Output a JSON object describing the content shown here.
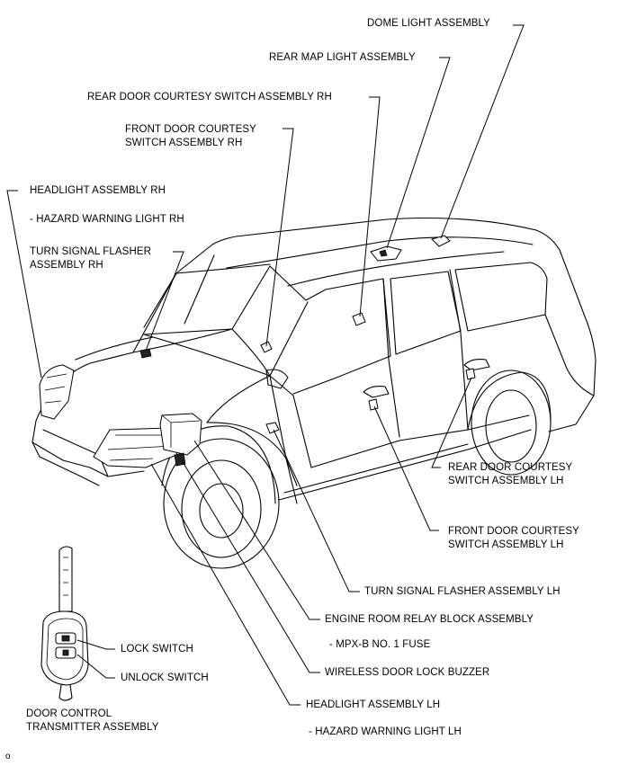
{
  "labels": {
    "dome_light": "DOME LIGHT ASSEMBLY",
    "rear_map_light": "REAR MAP LIGHT ASSEMBLY",
    "rear_door_courtesy_rh": "REAR DOOR COURTESY SWITCH ASSEMBLY RH",
    "front_door_courtesy_rh": "FRONT DOOR COURTESY\nSWITCH ASSEMBLY RH",
    "headlight_rh": "HEADLIGHT ASSEMBLY RH",
    "hazard_rh": "- HAZARD WARNING LIGHT RH",
    "turn_signal_rh": "TURN SIGNAL FLASHER\nASSEMBLY RH",
    "rear_door_courtesy_lh": "REAR DOOR COURTESY\nSWITCH ASSEMBLY LH",
    "front_door_courtesy_lh": "FRONT DOOR COURTESY\nSWITCH ASSEMBLY LH",
    "turn_signal_lh": "TURN SIGNAL FLASHER ASSEMBLY LH",
    "engine_room_relay": "ENGINE ROOM RELAY BLOCK ASSEMBLY",
    "mpx_fuse": "- MPX-B NO. 1 FUSE",
    "wireless_buzzer": "WIRELESS DOOR LOCK BUZZER",
    "headlight_lh": "HEADLIGHT ASSEMBLY LH",
    "hazard_lh": "- HAZARD WARNING LIGHT LH",
    "lock_switch": "LOCK SWITCH",
    "unlock_switch": "UNLOCK SWITCH",
    "transmitter": "DOOR CONTROL\nTRANSMITTER ASSEMBLY",
    "figure_code": "o"
  }
}
